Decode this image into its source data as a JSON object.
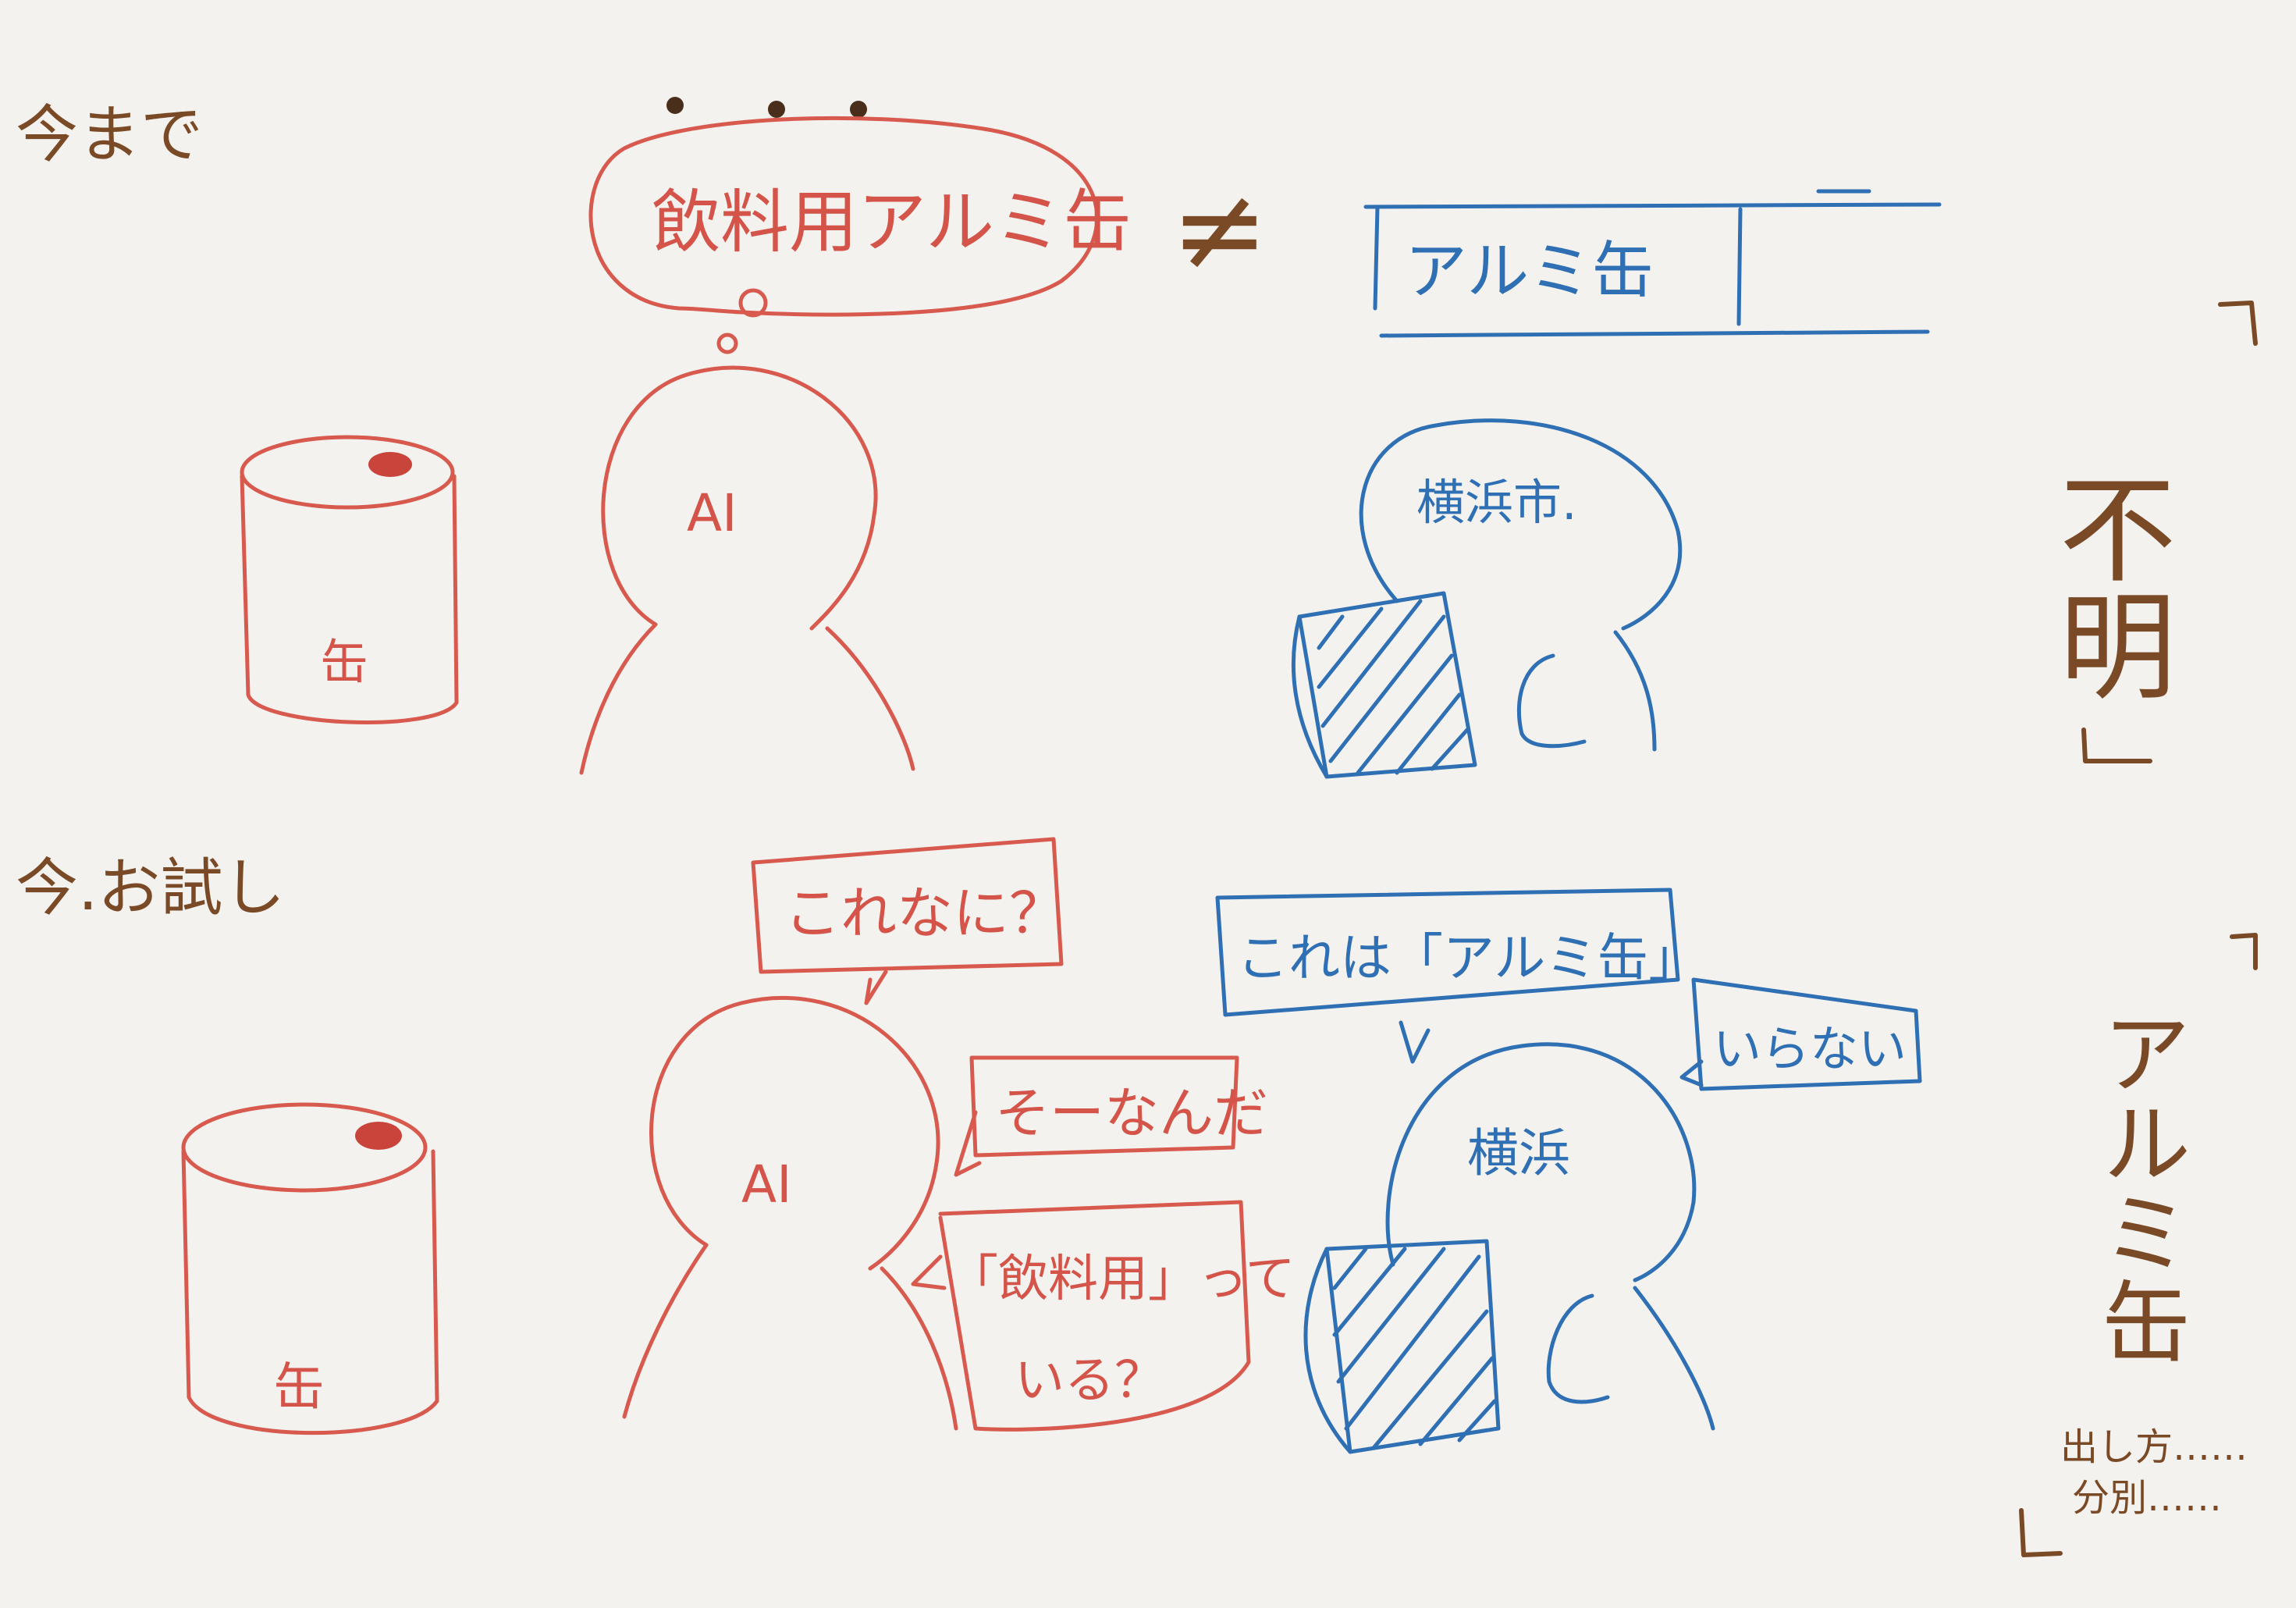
{
  "colors": {
    "paper": "#f3f2ef",
    "brown": "#7a4a26",
    "red": "#d85a4e",
    "blue": "#2f6fb3"
  },
  "top": {
    "section_label": "今まで",
    "ai_thought": "飲料用アルミ缶",
    "thought_ellipsis": "• • •",
    "not_equal": "≠",
    "can_label": "缶",
    "ai_label": "AI",
    "city_table_cell": "アルミ缶",
    "city_label": "横浜市."
  },
  "bottom": {
    "section_label": "今.お試し",
    "can_label": "缶",
    "ai_label": "AI",
    "ai_question": "これなに？",
    "ai_reply_1": "そーなんだ",
    "ai_reply_2_line1": "「飲料用」って",
    "ai_reply_2_line2": "いる？",
    "city_answer": "これは「アルミ缶」",
    "city_reply": "いらない",
    "city_label": "横浜"
  },
  "right": {
    "result_1": "不明",
    "result_2": "アルミ缶",
    "note_line1": "出し方……",
    "note_line2": "分別……"
  }
}
